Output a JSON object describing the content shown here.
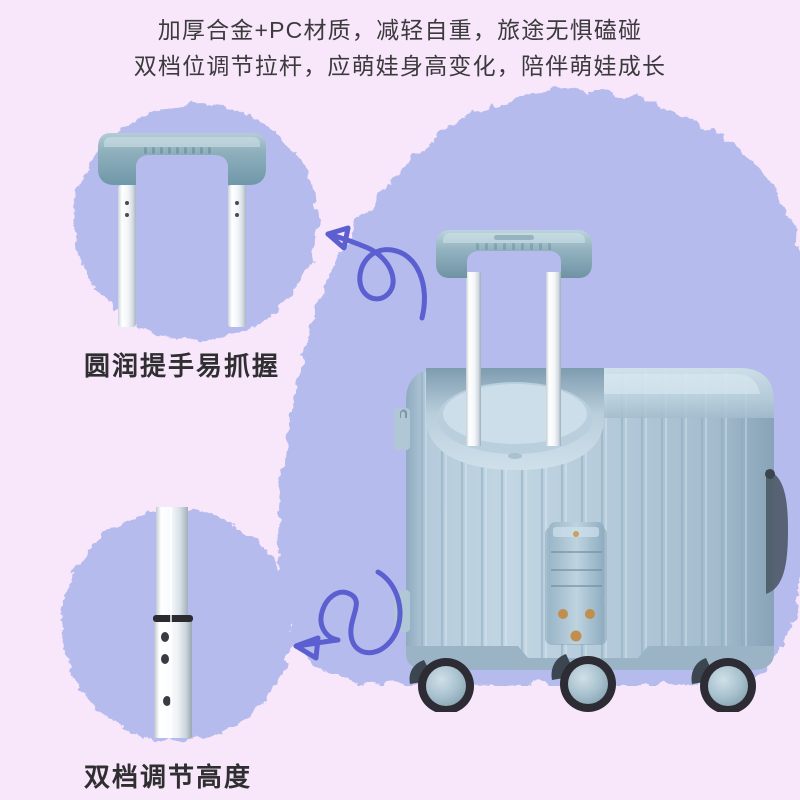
{
  "page": {
    "kind": "product-marketing-image",
    "product": "儿童登机箱 / 拉杆箱",
    "background_color": "#f8e6fb",
    "accent_blob_color": "#b6bbee",
    "arrow_color": "#5b5fd0",
    "case_body_color": "#aac2d6",
    "case_handle_color": "#8fb0bd",
    "text_color": "#3b3a3c"
  },
  "headline": {
    "line1": "加厚合金+PC材质，减轻自重，旅途无惧磕碰",
    "line2": "双档位调节拉杆，应萌娃身高变化，陪伴萌娃成长"
  },
  "captions": {
    "handle": "圆润提手易抓握",
    "height": "双档调节高度"
  },
  "insets": [
    {
      "id": "handle-detail",
      "caption": "圆润提手易抓握",
      "subject": "拉杆提手特写",
      "handle_bar_color": "#8fb0bd",
      "pole_color": "#e9eef2"
    },
    {
      "id": "height-detail",
      "caption": "双档调节高度",
      "subject": "两段式伸缩拉杆特写",
      "pole_color": "#f2f5f8",
      "stop_ring_color": "#2b2b30",
      "adjust_holes": 3
    }
  ],
  "arrows": [
    {
      "id": "arrow-to-handle",
      "direction": "left",
      "style": "curly-loop"
    },
    {
      "id": "arrow-to-pole",
      "direction": "left",
      "style": "curly-loop"
    }
  ],
  "suitcase": {
    "label": "拉杆箱主体",
    "shell": "竖条纹硬壳",
    "rib_count": 17,
    "wheels": 3,
    "wheel_rim_color": "#2d2b33",
    "wheel_hub_color": "#a9c2cf",
    "lock": {
      "name": "TSA海关锁",
      "rivets": 2
    },
    "handle_state": "已拉出",
    "side_handle": true,
    "side_clips": 2
  }
}
